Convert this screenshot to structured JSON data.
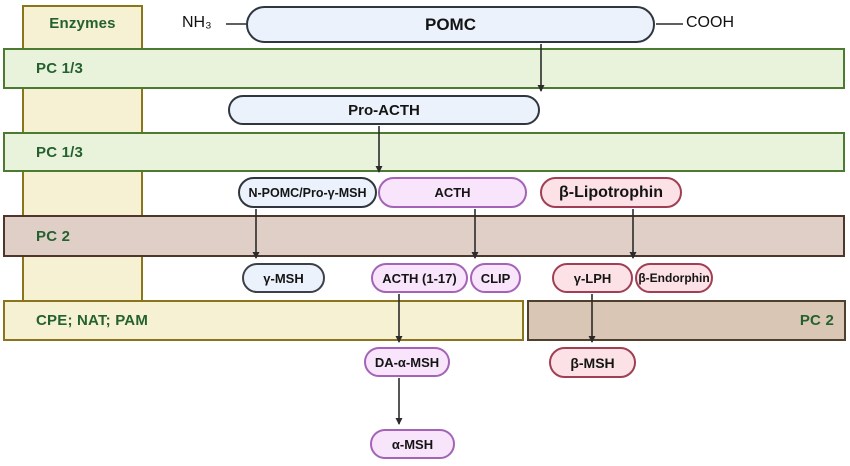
{
  "legend": {
    "enzymes_label": "Enzymes"
  },
  "terminals": {
    "n_terminus": "NH₃",
    "c_terminus": "COOH"
  },
  "enzyme_bands": {
    "pc13_top": "PC 1/3",
    "pc13_mid": "PC 1/3",
    "pc2": "PC 2",
    "cpe_nat_pam": "CPE; NAT; PAM",
    "pc2_right": "PC 2"
  },
  "nodes": {
    "pomc": "POMC",
    "pro_acth": "Pro-ACTH",
    "n_pomc_pro_gamma_msh": "N-POMC/Pro-γ-MSH",
    "acth": "ACTH",
    "beta_lipotrophin": "β-Lipotrophin",
    "gamma_msh": "γ-MSH",
    "acth_1_17": "ACTH (1-17)",
    "clip": "CLIP",
    "gamma_lph": "γ-LPH",
    "beta_endorphin": "β-Endorphin",
    "da_alpha_msh": "DA-α-MSH",
    "beta_msh": "β-MSH",
    "alpha_msh": "α-MSH"
  },
  "colors": {
    "precursor_blue_fill": "#ecf2fb",
    "precursor_blue_border": "#30363d",
    "msh_purple_fill": "#f8e4fb",
    "msh_purple_border": "#a463b6",
    "lipotrophin_pink_fill": "#fce2e6",
    "lipotrophin_pink_border": "#a03f53",
    "band_green_fill": "#e9f3dc",
    "band_green_border": "#4c7a31",
    "band_yellow_fill": "#f6f1d3",
    "band_yellow_border": "#8a741c",
    "band_mauve_fill": "#dfcfc7",
    "band_mauve_border": "#50362a",
    "band_tan_fill": "#d9c6b4",
    "band_tan_border": "#4e402d",
    "enzyme_text_green": "#25612f",
    "arrow_color": "#2b2b2b"
  }
}
